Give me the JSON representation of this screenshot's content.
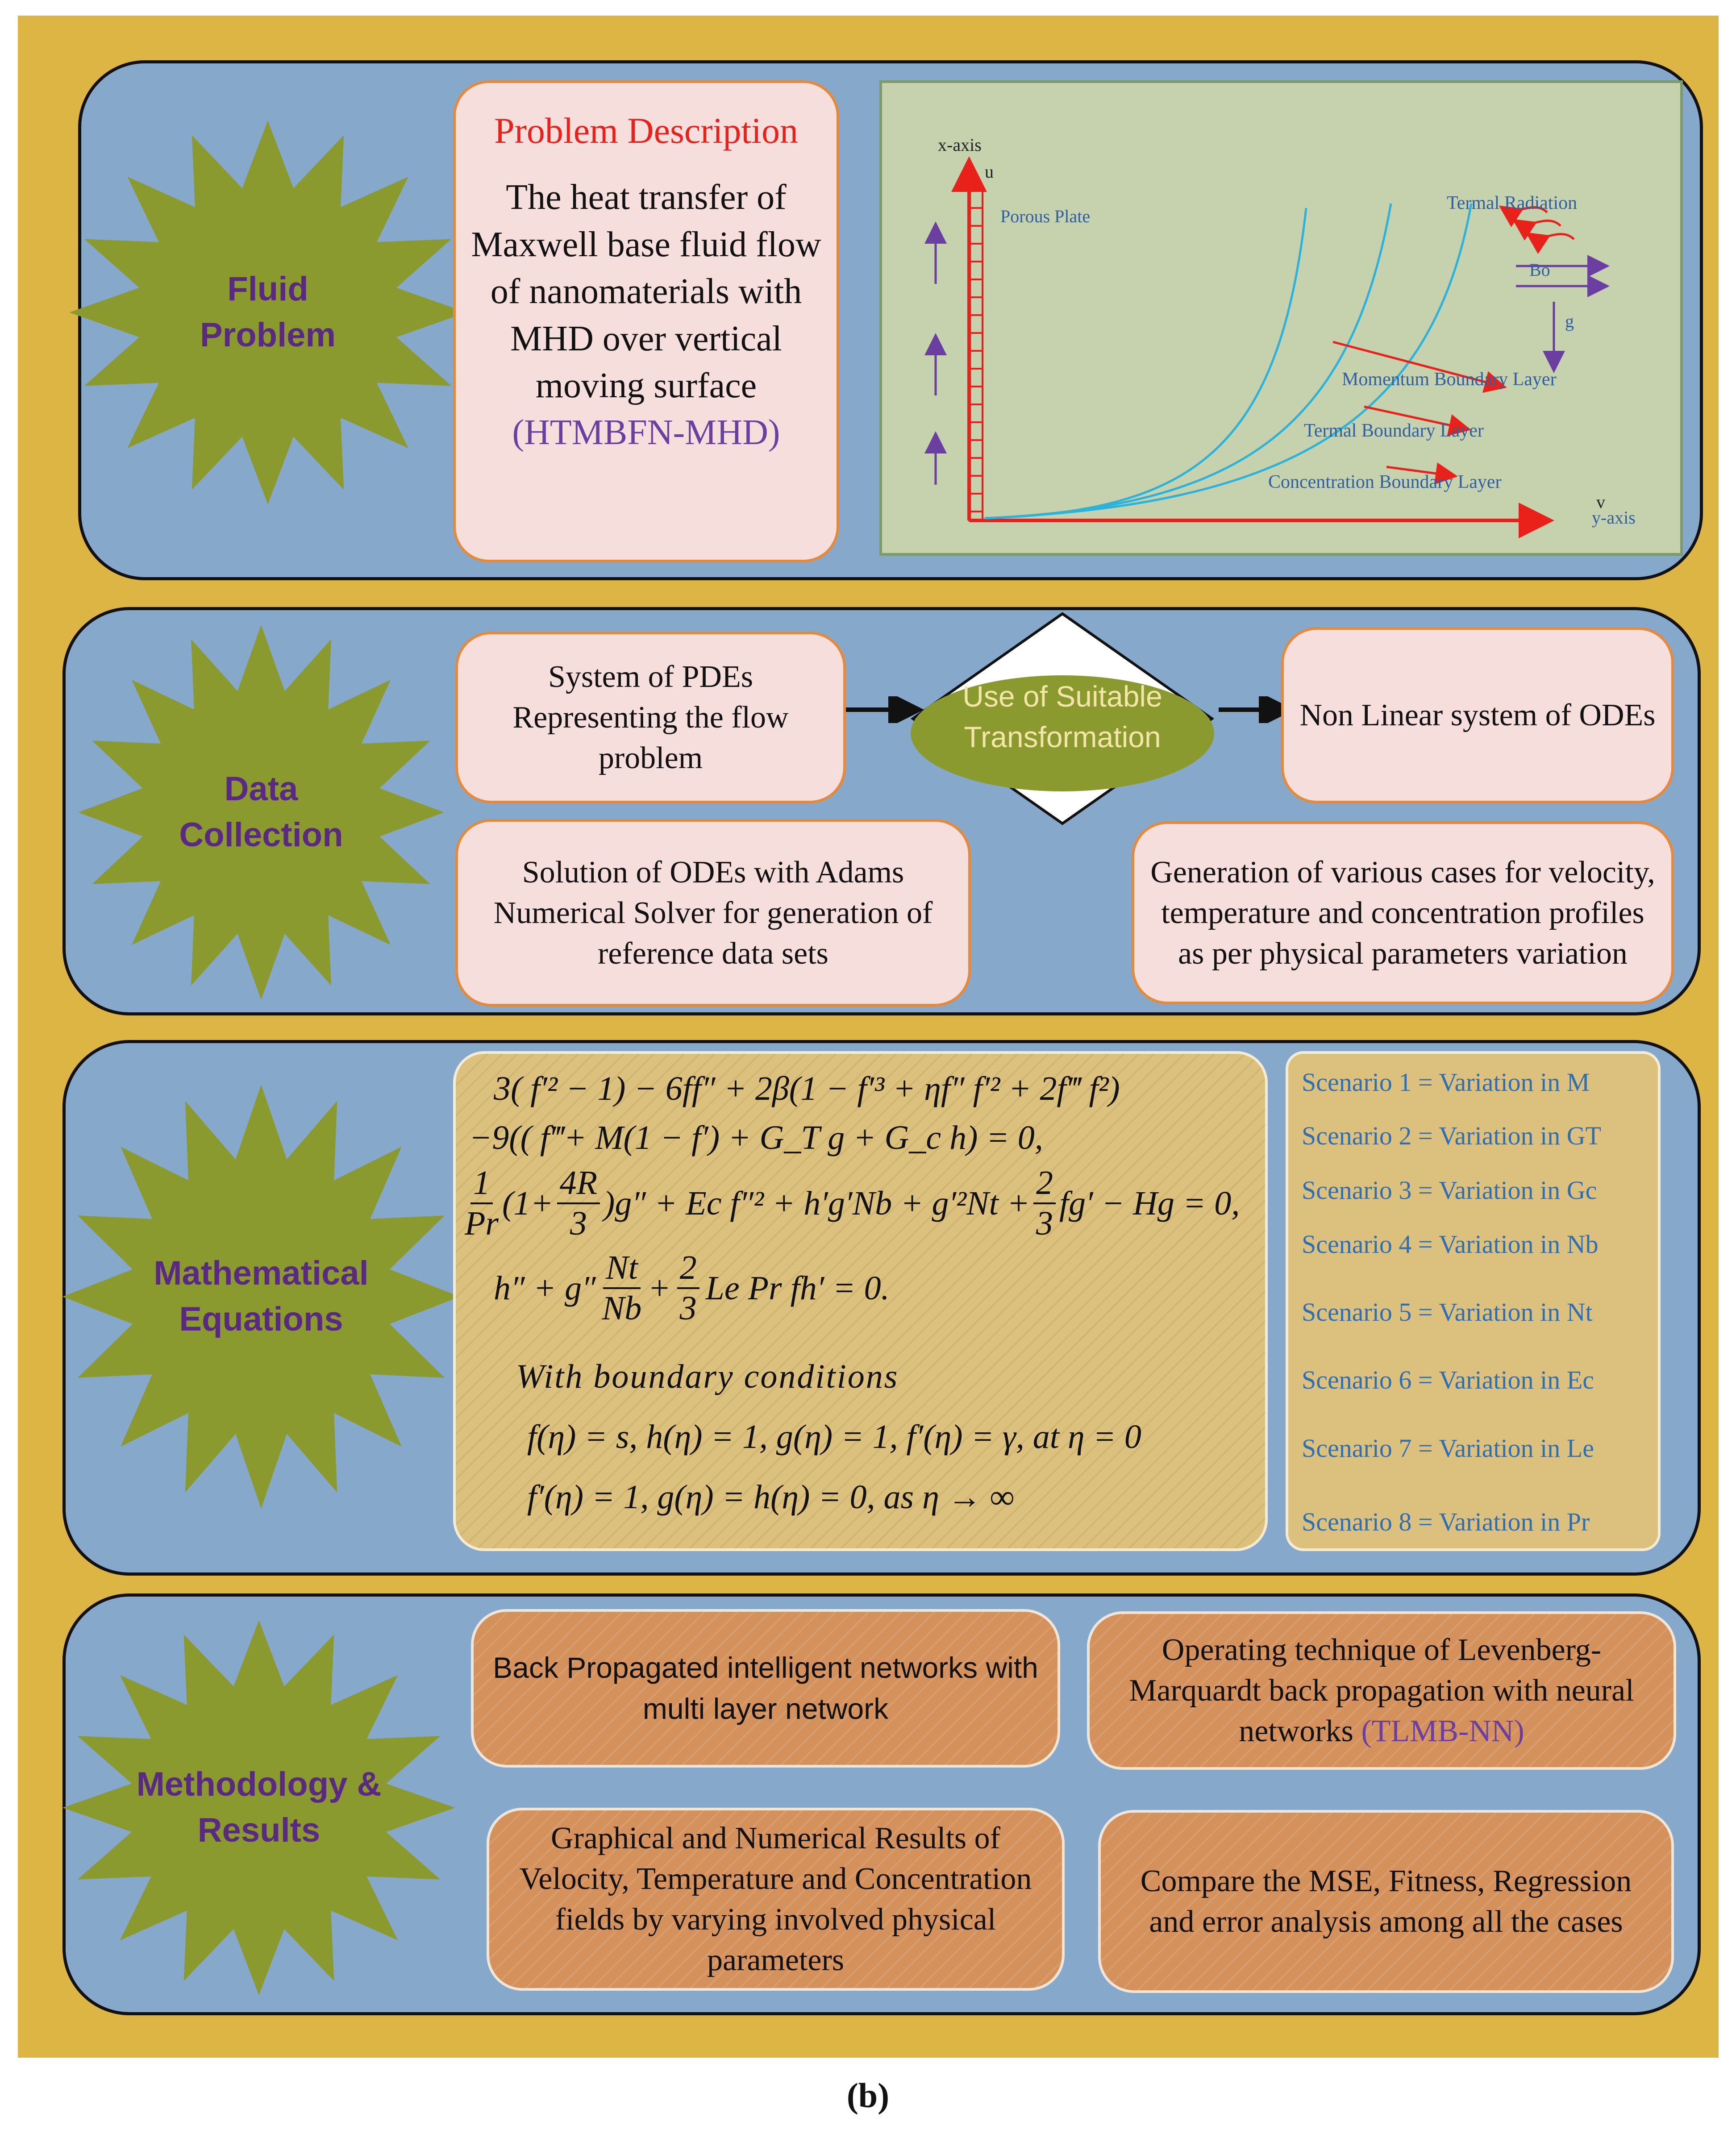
{
  "stages": {
    "fluid": "Fluid\nProblem",
    "data": "Data\nCollection",
    "math": "Mathematical\nEquations",
    "method": "Methodology &\nResults"
  },
  "problem": {
    "title": "Problem Description",
    "body": "The heat transfer of Maxwell base fluid flow of nanomaterials with MHD over vertical moving surface",
    "acronym": "(HTMBFN-MHD)"
  },
  "figure": {
    "x_axis": "x-axis",
    "u": "u",
    "porous_plate": "Porous Plate",
    "radiation": "Termal Radiation",
    "b0": "Bo",
    "g": "g",
    "momentum": "Momentum Boundary Layer",
    "thermal": "Termal Boundary Layer",
    "concentration": "Concentration Boundary Layer",
    "v": "v",
    "y_axis": "y-axis"
  },
  "data_collection": {
    "pdes": "System of PDEs Representing the flow problem",
    "transform": "Use of Suitable Transformation",
    "odes": "Non Linear system of ODEs",
    "adams": "Solution of ODEs with Adams Numerical Solver for generation of reference data sets",
    "cases": "Generation of various cases for velocity, temperature and concentration profiles as per physical parameters variation"
  },
  "equations": {
    "eq1a": "3( f′² − 1) − 6ff″ + 2β(1 − f′³ + ηf″ f′² + 2f‴ f²)",
    "eq1b": "−9(( f‴+ M(1 − f′) + G_T g + G_c h) = 0,",
    "eq2_frac1_num": "1",
    "eq2_frac1_den": "Pr",
    "eq2_paren": "(1+",
    "eq2_frac2_num": "4R",
    "eq2_frac2_den": "3",
    "eq2_rest": ")g″ + Ec f″² + h′g′Nb + g′²Nt +",
    "eq2_frac3_num": "2",
    "eq2_frac3_den": "3",
    "eq2_end": "fg′ − Hg = 0,",
    "eq3_start": "h″ + g″",
    "eq3_frac1_num": "Nt",
    "eq3_frac1_den": "Nb",
    "eq3_plus": "+",
    "eq3_frac2_num": "2",
    "eq3_frac2_den": "3",
    "eq3_end": "Le Pr fh′ = 0.",
    "bc_title": "With boundary conditions",
    "bc1": "f(η) = s,   h(η) = 1,   g(η) = 1,   f′(η) = γ,   at η = 0",
    "bc2": "f′(η) = 1,  g(η) = h(η) = 0,    as η → ∞"
  },
  "scenarios": [
    "Scenario 1 = Variation in M",
    "Scenario 2 = Variation in GT",
    "Scenario 3 = Variation in Gc",
    "Scenario 4 = Variation in Nb",
    "Scenario 5 =  Variation in Nt",
    "Scenario 6 = Variation in Ec",
    "Scenario 7 = Variation in Le",
    "Scenario 8 = Variation in Pr"
  ],
  "methodology": {
    "bp": "Back Propagated intelligent networks with multi layer network",
    "lm": "Operating technique of Levenberg-Marquardt back propagation with neural networks",
    "lm_acr": "(TLMB-NN)",
    "graph": "Graphical and Numerical Results of Velocity, Temperature and Concentration fields by varying involved physical parameters",
    "compare": "Compare the MSE, Fitness, Regression and error analysis among all the cases"
  },
  "caption": "(b)",
  "colors": {
    "frame": "#DDB545",
    "panel": "#86A9CB",
    "star": "#8A9A2E",
    "star_text": "#5A2A82",
    "accent_red": "#E8221B",
    "accent_purple": "#6B3FA0",
    "scenario_blue": "#2E6FB2"
  }
}
